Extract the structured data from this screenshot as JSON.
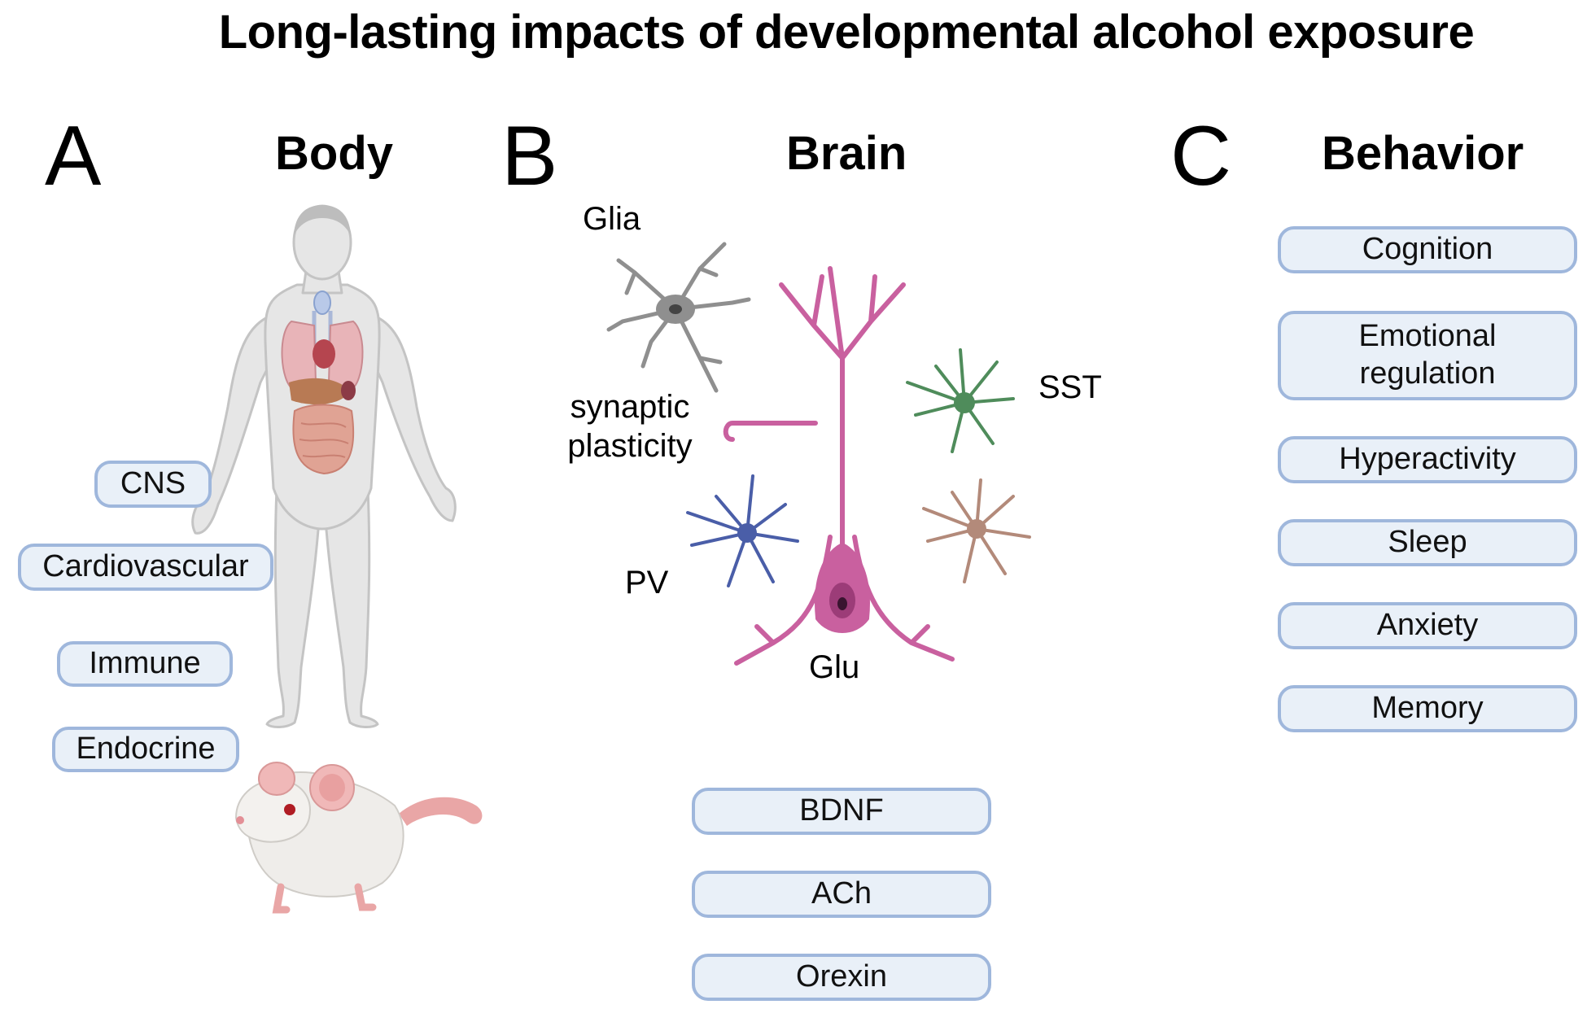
{
  "title": "Long-lasting impacts of developmental alcohol  exposure",
  "panels": {
    "a": {
      "letter": "A",
      "heading": "Body",
      "items": [
        "CNS",
        "Cardiovascular",
        "Immune",
        "Endocrine"
      ]
    },
    "b": {
      "letter": "B",
      "heading": "Brain",
      "labels": {
        "glia": "Glia",
        "synaptic": "synaptic\nplasticity",
        "sst": "SST",
        "pv": "PV",
        "glu": "Glu"
      },
      "items": [
        "BDNF",
        "ACh",
        "Orexin"
      ]
    },
    "c": {
      "letter": "C",
      "heading": "Behavior",
      "items": [
        "Cognition",
        "Emotional regulation",
        "Hyperactivity",
        "Sleep",
        "Anxiety",
        "Memory"
      ]
    }
  },
  "colors": {
    "pill_fill": "#e9f0f8",
    "pill_border": "#9fb7dc",
    "glu_neuron": "#c9609f",
    "glia": "#8a8a8a",
    "sst": "#4f8c5b",
    "pv": "#4a5ea8",
    "brown_cell": "#b38a7a"
  },
  "icons": [
    "human-body-illustration",
    "mouse-illustration",
    "glia-cell-icon",
    "glutamatergic-neuron-icon",
    "sst-interneuron-icon",
    "pv-interneuron-icon",
    "interneuron-icon"
  ]
}
